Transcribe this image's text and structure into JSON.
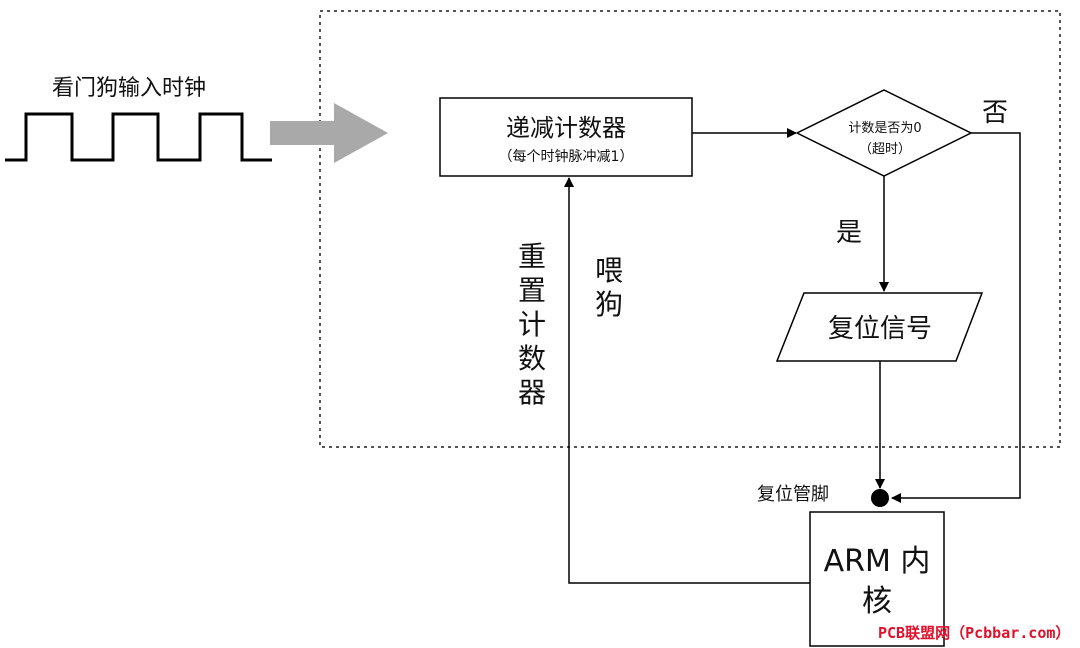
{
  "clock": {
    "label": "看门狗输入时钟"
  },
  "counter": {
    "title": "递减计数器",
    "subtitle": "（每个时钟脉冲减1）"
  },
  "decision": {
    "line1": "计数是否为0",
    "line2": "（超时）",
    "no_label": "否",
    "yes_label": "是"
  },
  "reset_signal": {
    "label": "复位信号"
  },
  "reload": {
    "label": "重置计数器"
  },
  "feed": {
    "label": "喂狗"
  },
  "reset_pin": {
    "label": "复位管脚"
  },
  "arm_core": {
    "label": "ARM 内核"
  },
  "watermark": {
    "text": "PCB联盟网（Pcbbar.com）",
    "color": "#e0112b"
  },
  "colors": {
    "line": "#000000",
    "big_arrow": "#a9a9a9",
    "dotted_frame": "#555555"
  }
}
